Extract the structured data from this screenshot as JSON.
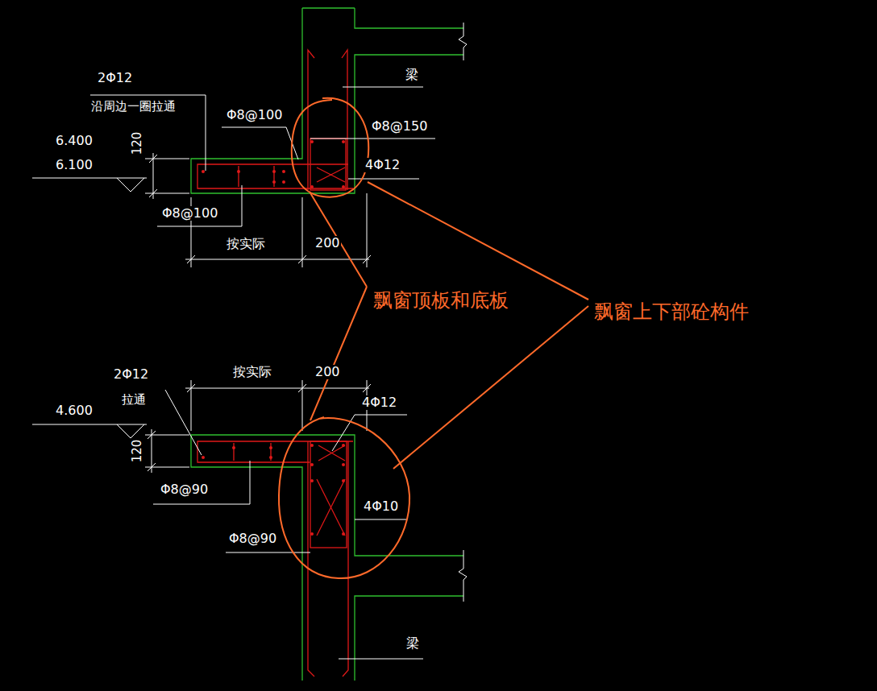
{
  "diagram": {
    "labels": [
      "2Φ12",
      "沿周边一圈拉通",
      "梁",
      "Φ8@100",
      "Φ8@150",
      "120",
      "6.400",
      "6.100",
      "4Φ12",
      "Φ8@100",
      "按实际",
      "200",
      "飘窗顶板和底板",
      "飘窗上下部砼构件",
      "2Φ12",
      "拉通",
      "按实际",
      "200",
      "4Φ12",
      "4.600",
      "120",
      "Φ8@90",
      "4Φ10",
      "Φ8@90",
      "梁"
    ]
  }
}
